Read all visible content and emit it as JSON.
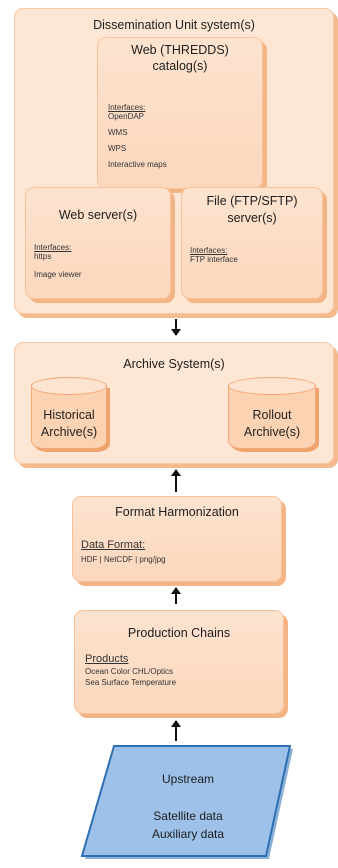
{
  "dissemination": {
    "title": "Dissemination Unit system(s)",
    "web_catalog": {
      "title_line1": "Web (THREDDS)",
      "title_line2": "catalog(s)",
      "interfaces_label": "Interfaces:",
      "items": [
        "OpenDAP",
        "WMS",
        "WPS",
        "Interactive maps"
      ]
    },
    "web_server": {
      "title": "Web server(s)",
      "interfaces_label": "Interfaces:",
      "items": [
        "https",
        "Image viewer"
      ]
    },
    "file_server": {
      "title_line1": "File (FTP/SFTP)",
      "title_line2": "server(s)",
      "interfaces_label": "Interfaces:",
      "items": [
        "FTP interface"
      ]
    }
  },
  "archive": {
    "title": "Archive System(s)",
    "historical": {
      "line1": "Historical",
      "line2": "Archive(s)"
    },
    "rollout": {
      "line1": "Rollout",
      "line2": "Archive(s)"
    }
  },
  "format": {
    "title": "Format Harmonization",
    "label": "Data Format:",
    "value": "HDF | NetCDF | png/jpg"
  },
  "production": {
    "title": "Production Chains",
    "label": "Products",
    "items": [
      "Ocean Color CHL/Optics",
      "Sea Surface Temperature"
    ]
  },
  "upstream": {
    "title": "Upstream",
    "items": [
      "Satellite data",
      "Auxiliary data"
    ]
  },
  "colors": {
    "box_fill": "#fde3cf",
    "box_shadow": "#f4b483",
    "upstream_fill": "#8fb7e2",
    "upstream_border": "#2f6fb4"
  }
}
